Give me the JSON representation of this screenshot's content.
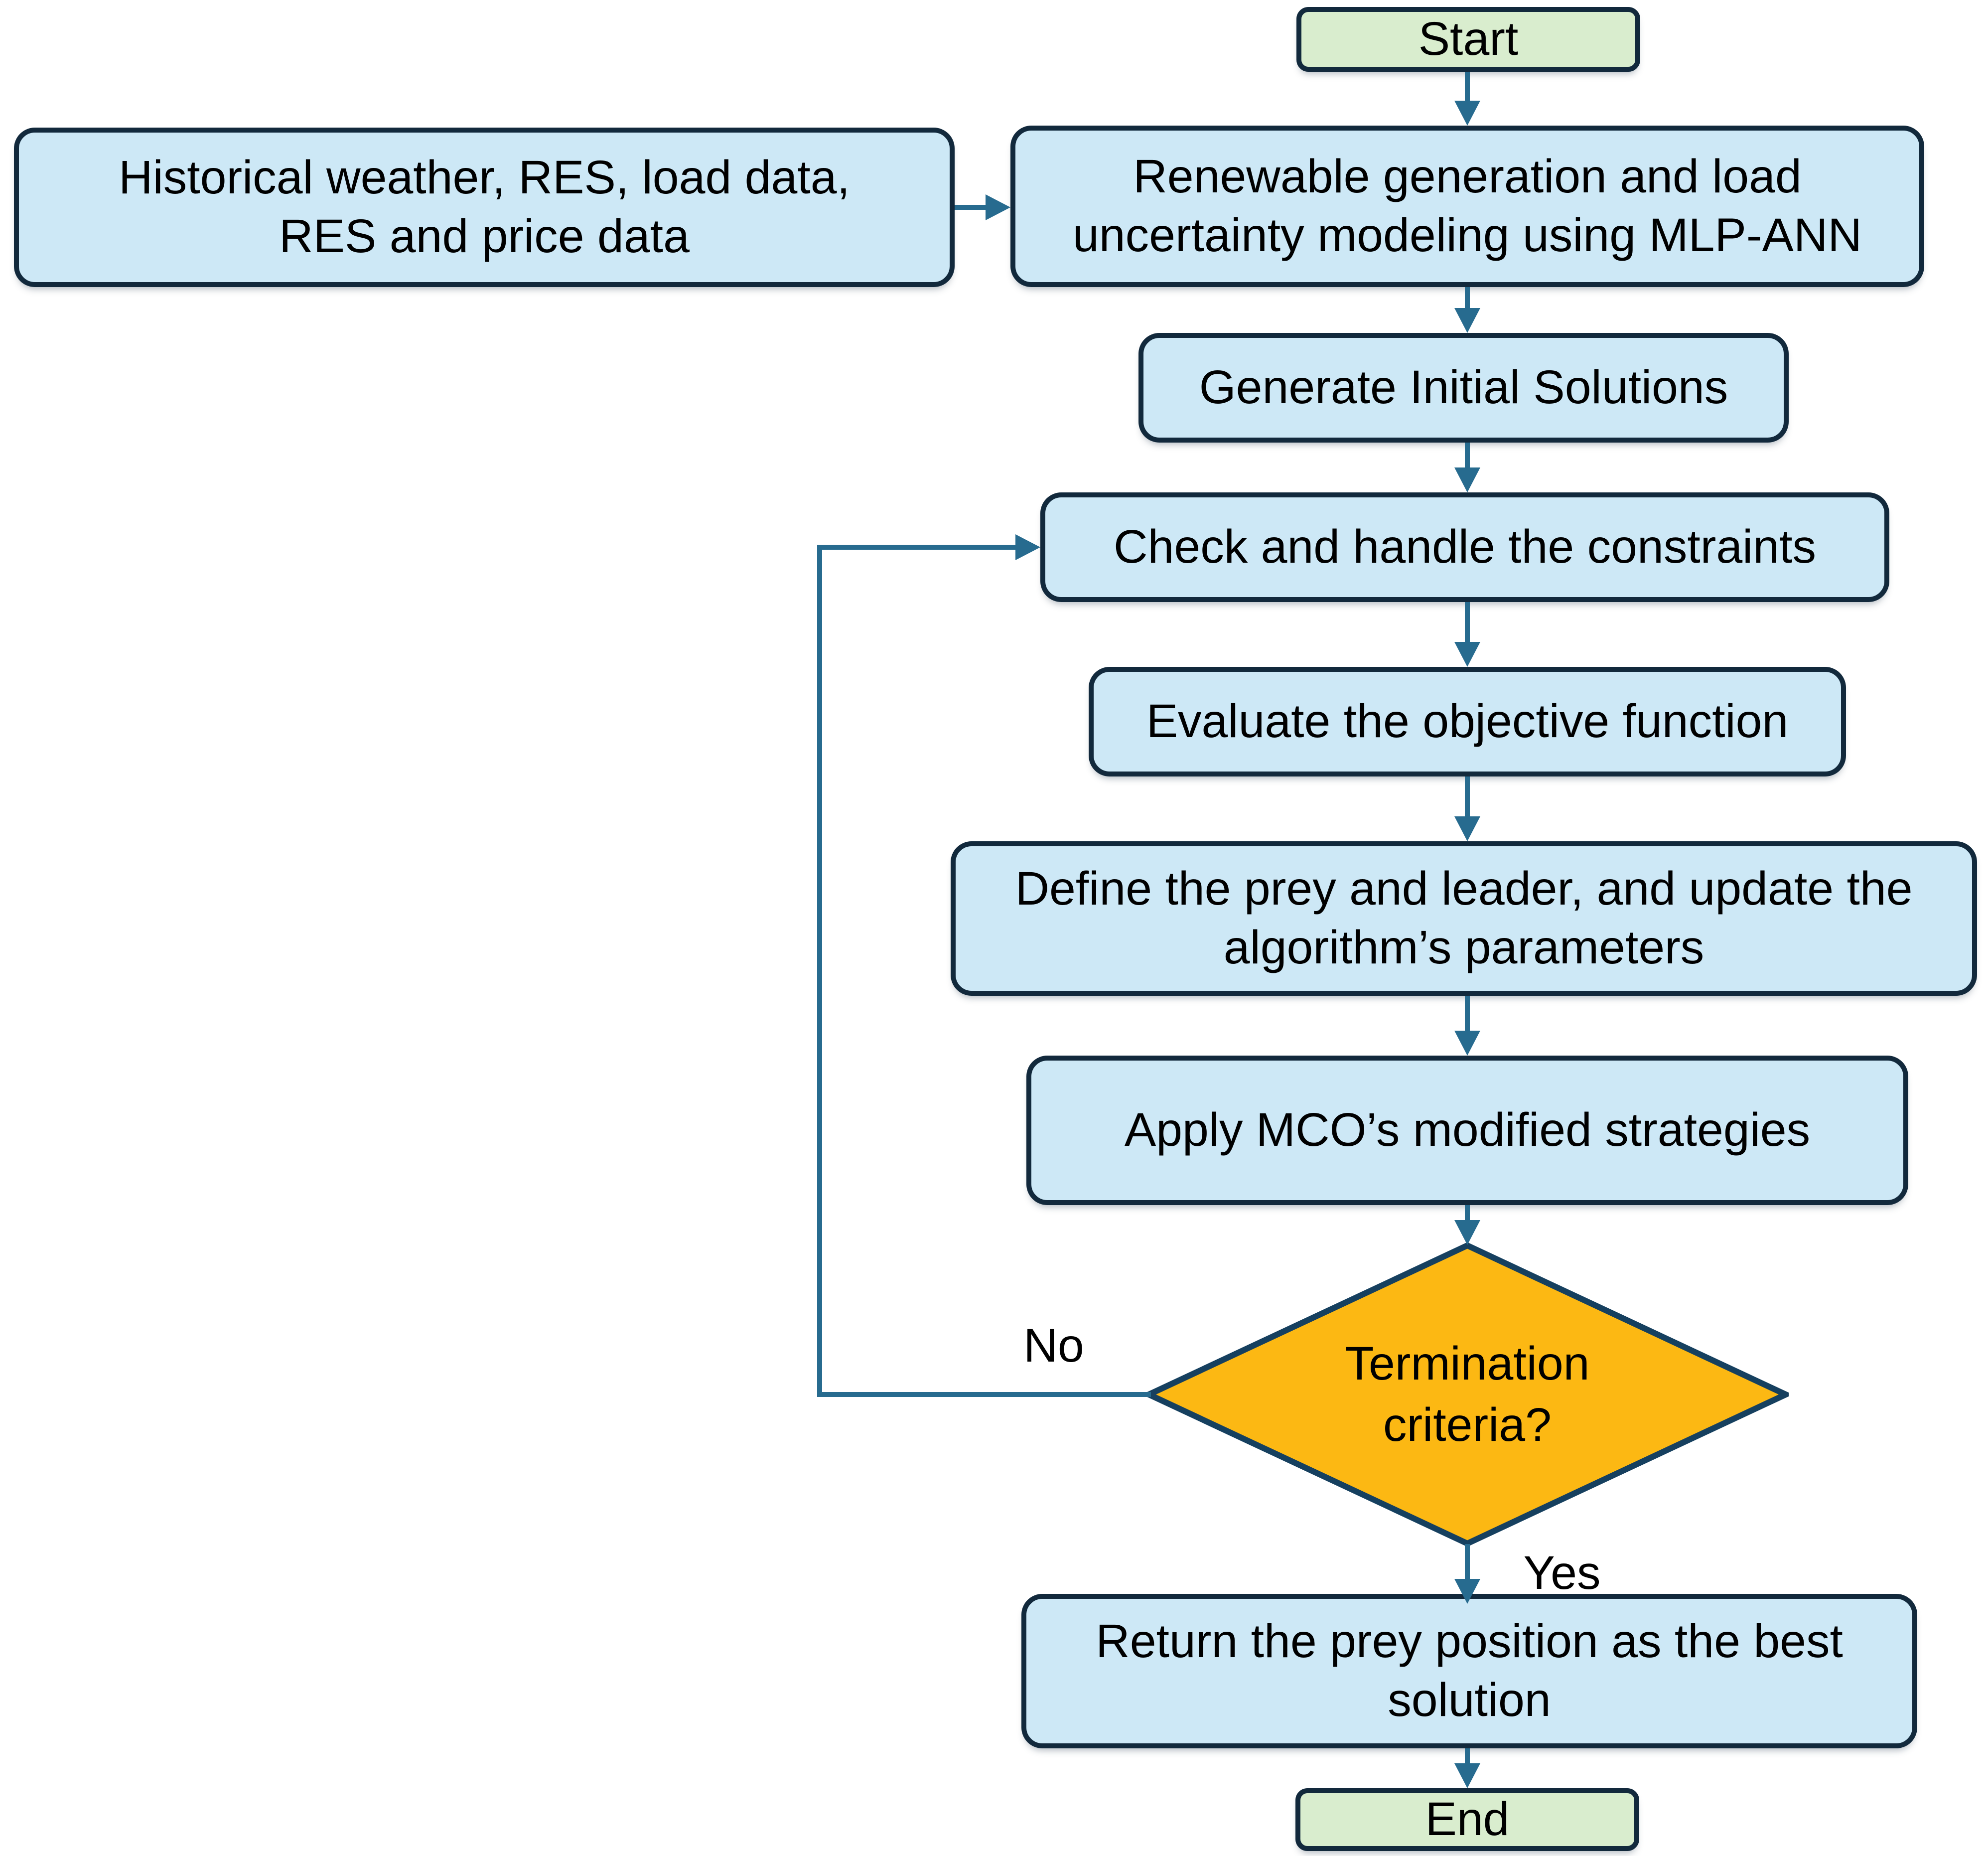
{
  "colors": {
    "process_fill": "#CDE8F6",
    "terminal_fill": "#D9EDCE",
    "decision_fill": "#FCB813",
    "node_border": "#12293C",
    "decision_border": "#16405F",
    "arrow": "#276B8F",
    "text": "#000000"
  },
  "nodes": {
    "start": "Start",
    "historical_data": "Historical weather, RES, load data,\nRES and price data",
    "uncertainty_modeling": "Renewable generation and load\nuncertainty modeling using MLP-ANN",
    "generate_initial": "Generate Initial Solutions",
    "check_constraints": "Check and handle the constraints",
    "evaluate_objective": "Evaluate the objective function",
    "define_prey_leader": "Define the prey and leader, and update the\nalgorithm’s parameters",
    "apply_mco": "Apply MCO’s modified strategies",
    "termination": "Termination\ncriteria?",
    "return_best": "Return the prey position as the best\nsolution",
    "end": "End"
  },
  "edge_labels": {
    "yes": "Yes",
    "no": "No"
  }
}
